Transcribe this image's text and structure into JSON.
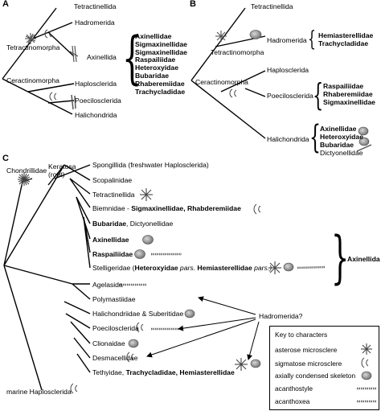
{
  "panels": {
    "a": "A",
    "b": "B",
    "c": "C"
  },
  "panel_a": {
    "tetractinellida": "Tetractinellida",
    "hadromerida": "Hadromerida",
    "tetractinomorpha": "Tetractinomorpha",
    "axinellida": "Axinellida",
    "ceractinomorpha": "Ceractinomorpha",
    "haplosclerida": "Haplosclerida",
    "poecilosclerida": "Poecilosclerida",
    "halichondrida": "Halichondrida",
    "families": [
      "Axinellidae",
      "Sigmaxinellidae",
      "Sigmaxinellidae",
      "Raspailiidae",
      "Heteroxyidae",
      "Bubaridae",
      "Rhaberemiidae",
      "Trachycladidae"
    ]
  },
  "panel_b": {
    "tetractinellida": "Tetractinellida",
    "hadromerida": "Hadromerida",
    "hadromerida_families": [
      "Hemiasterellidae",
      "Trachycladidae"
    ],
    "tetractinomorpha": "Tetractinomorpha",
    "ceractinomorpha": "Ceractinomorpha",
    "haplosclerida": "Haplosclerida",
    "poecilosclerida": "Poecilosclerida",
    "poecilosclerida_families": [
      "Raspailiidae",
      "Rhaberemiidae",
      "Sigmaxinellidae"
    ],
    "halichondrida": "Halichondrida",
    "halichondrida_families": [
      "Axinellidae",
      "Heteroxyidae",
      "Bubaridae"
    ],
    "dictyonellidae": "Dictyonellidae"
  },
  "panel_c": {
    "chondrillidae": "Chondrillidae",
    "keratosa": "Keratosa",
    "root": "(root)",
    "spongillida": "Spongillida (freshwater Haplosclerida)",
    "scopalinidae": "Scopalinidae",
    "tetractinellida": "Tetractinellida",
    "biemnidae": "Biemnidae - ",
    "biemnidae_bold": "Sigmaxinellidae, Rhabderemiidae",
    "bubaridae": "Bubaridae",
    "dictyonellidae": ", Dictyonellidae",
    "axinellidae": "Axinellidae",
    "raspailiidae": "Raspailiidae",
    "stelligeridae": "Stelligeridae (",
    "heteroxyidae": "Heteroxyidae",
    "pars1": " pars. ",
    "hemiasterellidae": "Hemiasterellidae",
    "pars2": " pars.)",
    "axinellida": "Axinellida",
    "agelasida": "Agelasida",
    "polymastiidae": "Polymastiidae",
    "halichondriidae": "Halichondriidae & Suberitidae",
    "poecilosclerida": "Poecilosclerida",
    "clionaidae": "Clionaidae",
    "desmacellidae": "Desmacellidae",
    "tethyidae": "Tethyidae, ",
    "tethyidae_bold": "Trachycladidae, Hemiasterellidae",
    "marine_haplosclerida": "marine Haplosclerida",
    "hadromerida_q": "Hadromerida?"
  },
  "key": {
    "title": "Key to characters",
    "items": [
      "asterose microsclere",
      "sigmatose microsclere",
      "axially condensed skeleton",
      "acanthostyle",
      "acanthoxea"
    ]
  }
}
